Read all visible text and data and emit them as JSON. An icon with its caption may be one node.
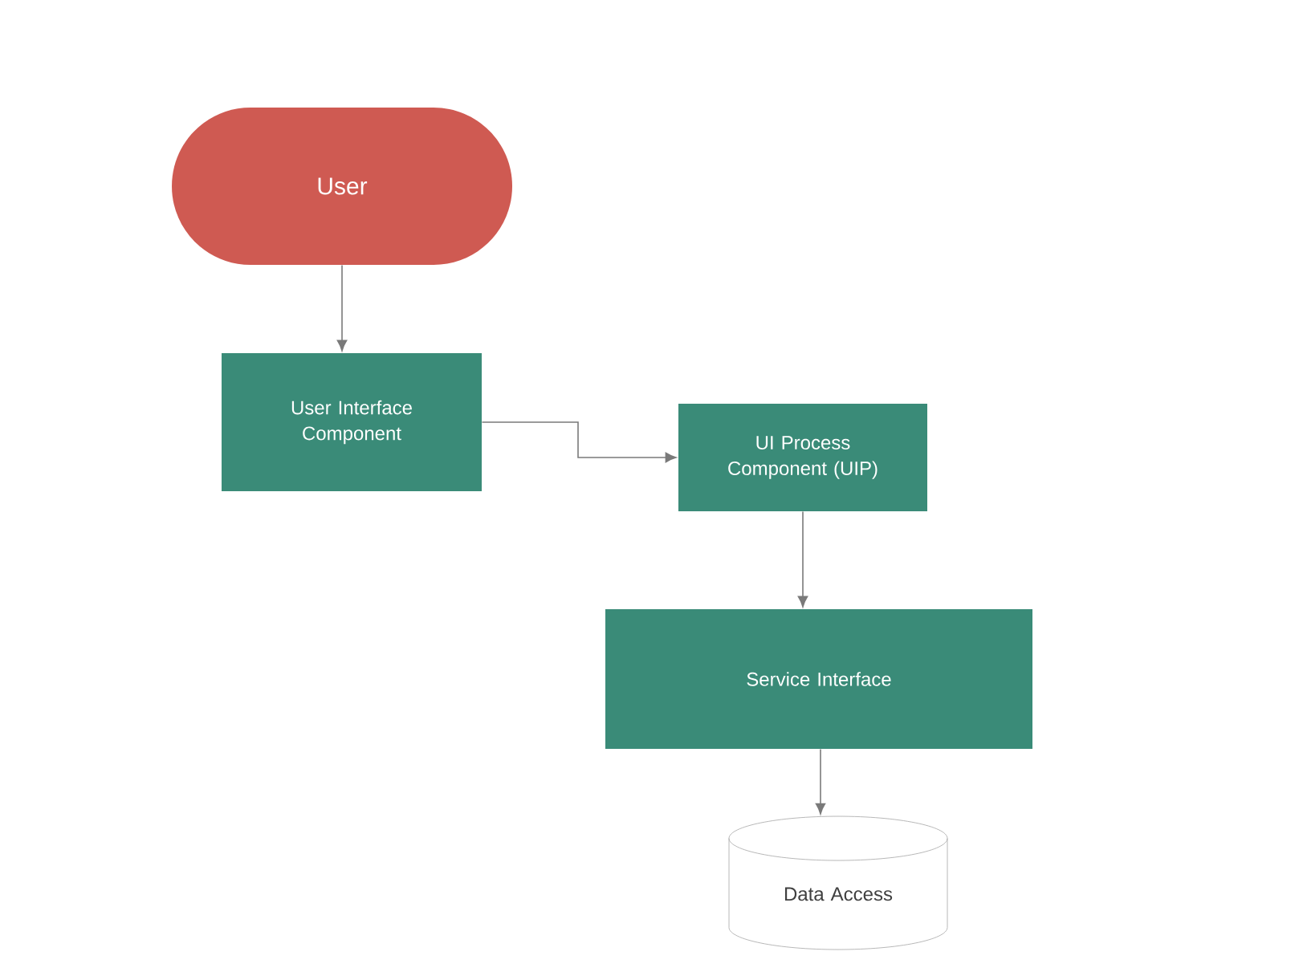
{
  "diagram": {
    "nodes": [
      {
        "text": [
          "User"
        ]
      },
      {
        "text": [
          "User Interface Component"
        ]
      },
      {
        "text": [
          "UI Process Component (UIP)"
        ]
      },
      {
        "text": [
          "Service Interface"
        ]
      },
      {
        "text": [
          "Data Access"
        ]
      }
    ],
    "edges": [
      {
        "from": 0,
        "to": 1,
        "arrow": "to"
      },
      {
        "from": 1,
        "to": 2,
        "arrow": "to"
      },
      {
        "from": 2,
        "to": 3,
        "arrow": "to"
      },
      {
        "from": 3,
        "to": 4,
        "arrow": "to"
      }
    ]
  }
}
